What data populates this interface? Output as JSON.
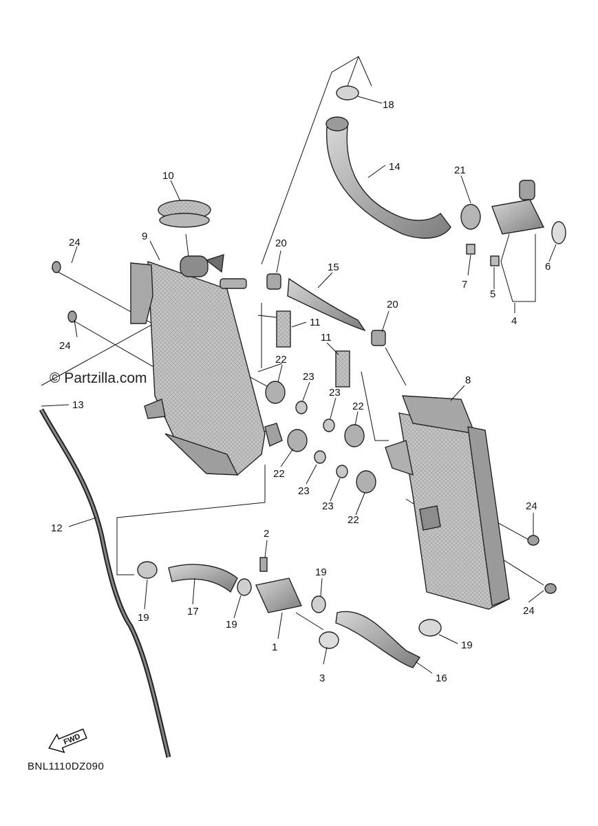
{
  "diagram": {
    "watermark": "© Partzilla.com",
    "code": "BNL1110DZ090",
    "fwd": "FWD",
    "colors": {
      "line": "#111111",
      "part_fill": "#bdbdbd",
      "part_dark": "#8c8c8c",
      "background": "#ffffff"
    },
    "callouts": [
      "1",
      "2",
      "3",
      "4",
      "5",
      "6",
      "7",
      "8",
      "9",
      "10",
      "11",
      "11",
      "12",
      "13",
      "14",
      "15",
      "16",
      "17",
      "18",
      "19",
      "19",
      "19",
      "19",
      "20",
      "20",
      "21",
      "22",
      "22",
      "22",
      "22",
      "23",
      "23",
      "23",
      "23",
      "24",
      "24",
      "24",
      "24"
    ]
  }
}
